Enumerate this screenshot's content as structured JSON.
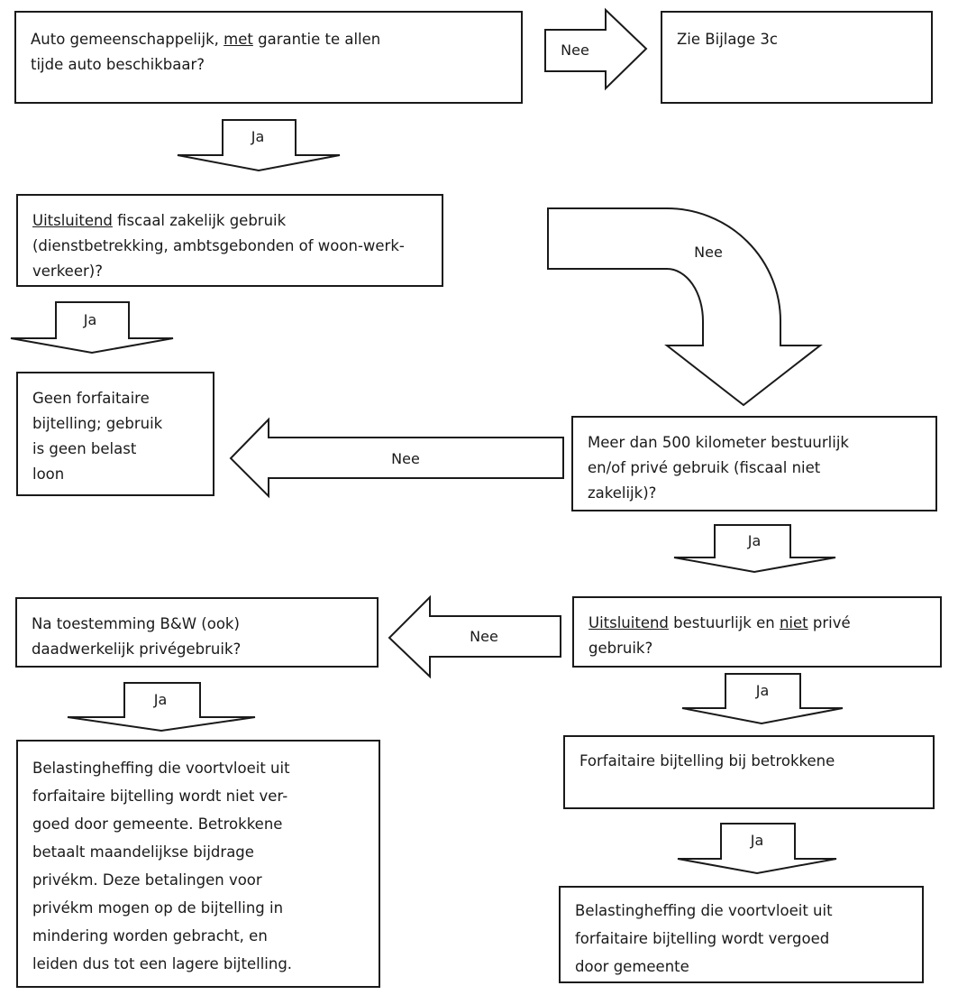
{
  "colors": {
    "line": "#1a1a1a",
    "background": "#ffffff",
    "text": "#1a1a1a"
  },
  "nodes": {
    "q1": {
      "pre": "Auto gemeenschappelijk, ",
      "underlined": "met",
      "post": " garantie te allen\ntijde auto beschikbaar?"
    },
    "bijlage": {
      "text": "Zie Bijlage 3c"
    },
    "q2": {
      "underlined": "Uitsluitend",
      "post": " fiscaal zakelijk gebruik\n(dienstbetrekking, ambtsgebonden of woon-werk-\nverkeer)?"
    },
    "r1": {
      "text": "Geen forfaitaire\nbijtelling; gebruik\nis geen belast\nloon"
    },
    "q3": {
      "text": "Meer dan 500 kilometer bestuurlijk\nen/of privé gebruik (fiscaal niet\nzakelijk)?"
    },
    "q4": {
      "underlined1": "Uitsluitend",
      "mid": " bestuurlijk en ",
      "underlined2": "niet",
      "post": " privé\ngebruik?"
    },
    "q5": {
      "text": "Na toestemming B&W (ook)\ndaadwerkelijk privégebruik?"
    },
    "r2": {
      "text": "Forfaitaire bijtelling bij betrokkene"
    },
    "r3": {
      "text": "Belastingheffing die voortvloeit uit\nforfaitaire bijtelling wordt vergoed\ndoor gemeente"
    },
    "r4": {
      "text": "Belastingheffing die voortvloeit uit\nforfaitaire bijtelling wordt niet ver-\ngoed door gemeente. Betrokkene\nbetaalt maandelijkse bijdrage\nprivékm. Deze betalingen voor\nprivékm mogen op de bijtelling in\nmindering worden gebracht, en\nleiden dus tot een lagere bijtelling."
    }
  },
  "connectors": {
    "nee_q1_bijlage": {
      "label": "Nee"
    },
    "ja_q1_q2": {
      "label": "Ja"
    },
    "nee_q2_q3": {
      "label": "Nee"
    },
    "ja_q2_r1": {
      "label": "Ja"
    },
    "nee_q3_r1": {
      "label": "Nee"
    },
    "ja_q3_q4": {
      "label": "Ja"
    },
    "nee_q4_q5": {
      "label": "Nee"
    },
    "ja_q4_r2": {
      "label": "Ja"
    },
    "ja_q5_r4": {
      "label": "Ja"
    },
    "ja_r2_r3": {
      "label": "Ja"
    }
  }
}
